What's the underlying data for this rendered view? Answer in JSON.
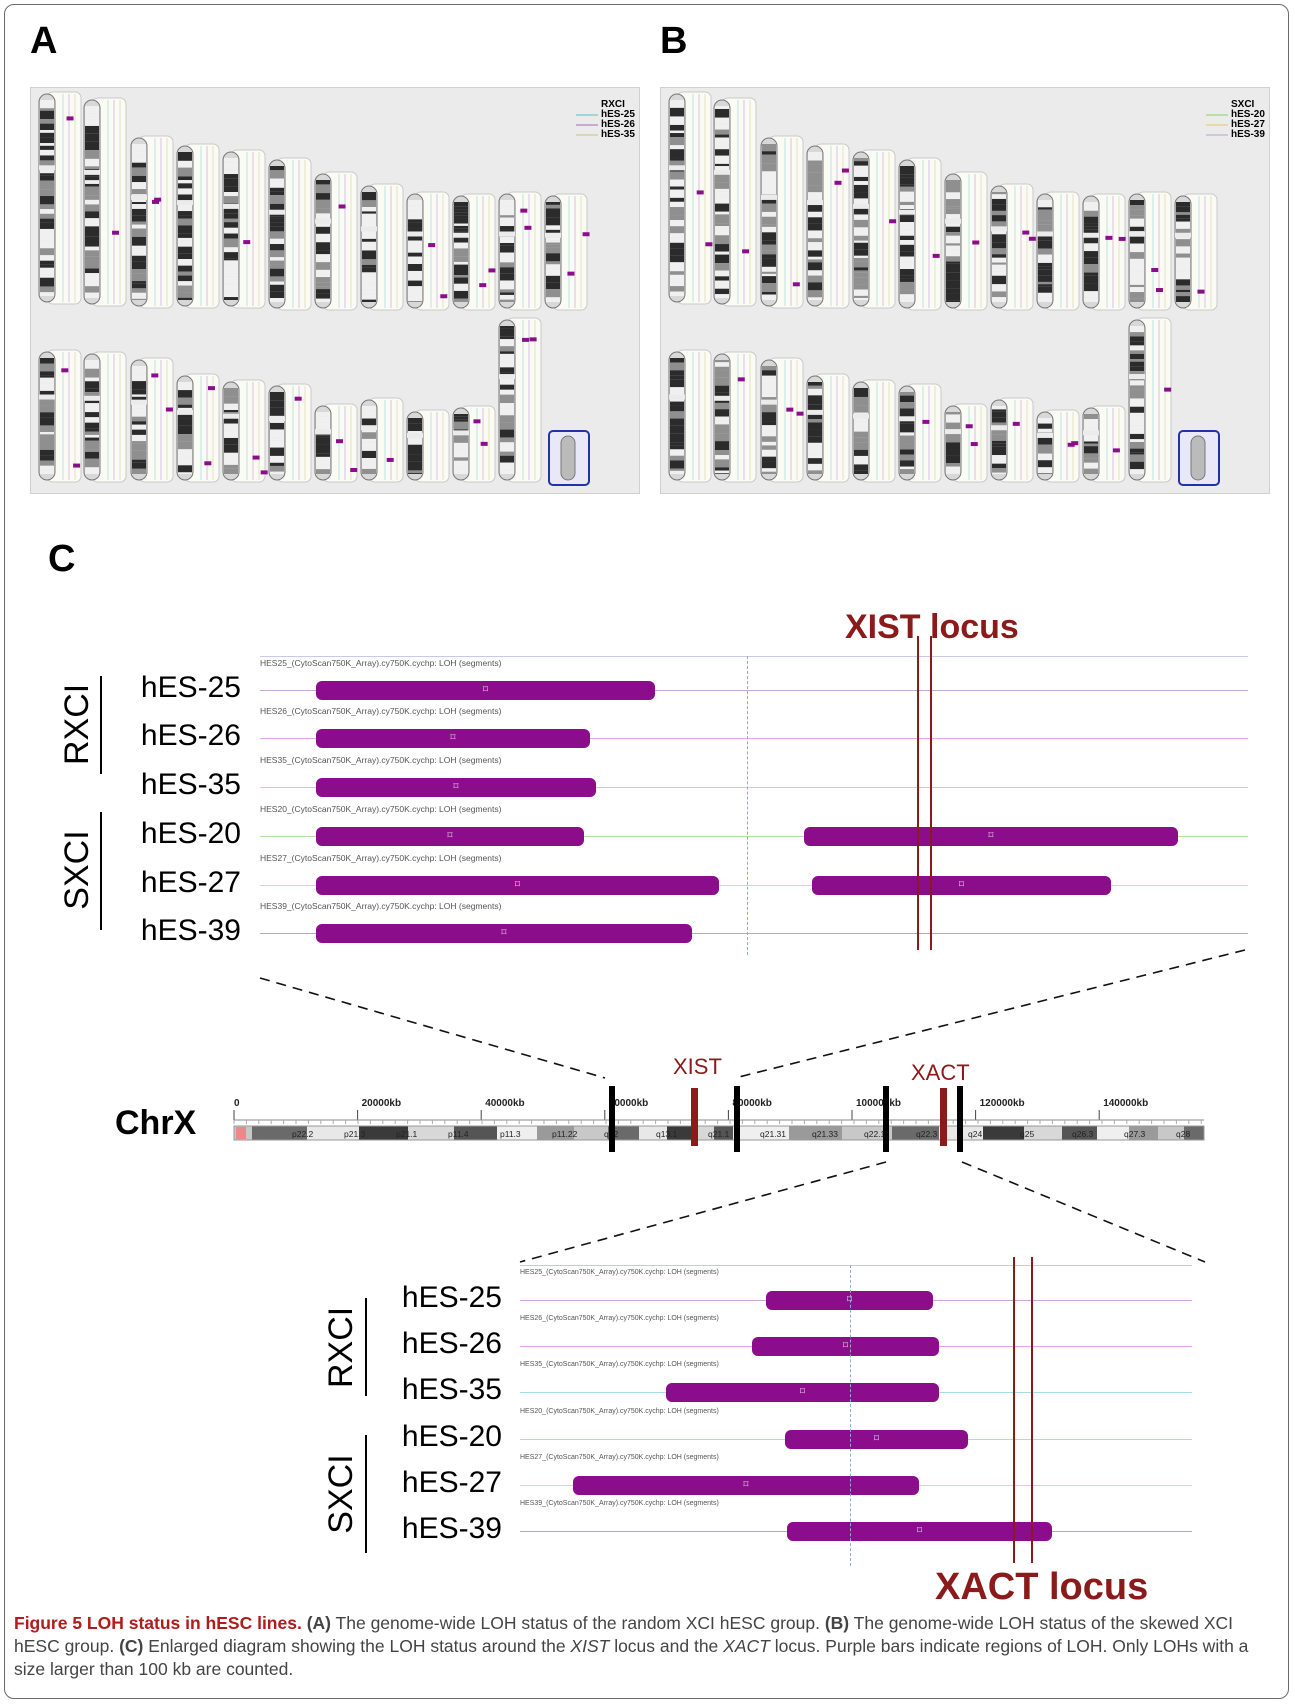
{
  "panels": {
    "a": {
      "letter": "A",
      "legend": {
        "title": "RXCI",
        "entries": [
          {
            "name": "hES-25",
            "color": "#9fd6d6"
          },
          {
            "name": "hES-26",
            "color": "#c9a8d6"
          },
          {
            "name": "hES-35",
            "color": "#d9d9b0"
          }
        ]
      }
    },
    "b": {
      "letter": "B",
      "legend": {
        "title": "SXCI",
        "entries": [
          {
            "name": "hES-20",
            "color": "#b7e0a6"
          },
          {
            "name": "hES-27",
            "color": "#e8dba0"
          },
          {
            "name": "hES-39",
            "color": "#d0c8d8"
          }
        ]
      }
    },
    "c": {
      "letter": "C"
    }
  },
  "xist_zoom": {
    "locus_label": "XIST locus",
    "groups": [
      "RXCI",
      "SXCI"
    ],
    "tracks": [
      {
        "name": "hES-25",
        "caption": "HES25_(CytoScan750K_Array).cy750K.cychp: LOH (segments)",
        "line_color": "#c9a8d6"
      },
      {
        "name": "hES-26",
        "caption": "HES26_(CytoScan750K_Array).cy750K.cychp: LOH (segments)",
        "line_color": "#e4a8e4"
      },
      {
        "name": "hES-35",
        "caption": "HES35_(CytoScan750K_Array).cy750K.cychp: LOH (segments)",
        "line_color": "#a8dce0"
      },
      {
        "name": "hES-20",
        "caption": "HES20_(CytoScan750K_Array).cy750K.cychp: LOH (segments)",
        "line_color": "#b7e0a6"
      },
      {
        "name": "hES-27",
        "caption": "HES27_(CytoScan750K_Array).cy750K.cychp: LOH (segments)",
        "line_color": "#e8d49a"
      },
      {
        "name": "hES-39",
        "caption": "HES39_(CytoScan750K_Array).cy750K.cychp: LOH (segments)",
        "line_color": "#b7a8c0"
      }
    ]
  },
  "chrx": {
    "label": "ChrX",
    "genes": [
      "XIST",
      "XACT"
    ],
    "scale_ticks": [
      "0",
      "20000kb",
      "40000kb",
      "60000kb",
      "80000kb",
      "100000kb",
      "120000kb",
      "140000kb"
    ],
    "bands": [
      "p22.2",
      "p21.3",
      "p21.1",
      "p11.4",
      "p11.3",
      "p11.22",
      "q12",
      "q13.1",
      "q21.1",
      "q21.31",
      "q21.33",
      "q22.1",
      "q22.3",
      "q24",
      "q25",
      "q26.3",
      "q27.3",
      "q28"
    ]
  },
  "xact_zoom": {
    "locus_label": "XACT locus",
    "groups": [
      "RXCI",
      "SXCI"
    ],
    "tracks": [
      {
        "name": "hES-25",
        "caption": "HES25_(CytoScan750K_Array).cy750K.cychp: LOH (segments)",
        "line_color": "#c9a8d6"
      },
      {
        "name": "hES-26",
        "caption": "HES26_(CytoScan750K_Array).cy750K.cychp: LOH (segments)",
        "line_color": "#e4a8e4"
      },
      {
        "name": "hES-35",
        "caption": "HES35_(CytoScan750K_Array).cy750K.cychp: LOH (segments)",
        "line_color": "#a8dce0"
      },
      {
        "name": "hES-20",
        "caption": "HES20_(CytoScan750K_Array).cy750K.cychp: LOH (segments)",
        "line_color": "#b7e0a6"
      },
      {
        "name": "hES-27",
        "caption": "HES27_(CytoScan750K_Array).cy750K.cychp: LOH (segments)",
        "line_color": "#e8d49a"
      },
      {
        "name": "hES-39",
        "caption": "HES39_(CytoScan750K_Array).cy750K.cychp: LOH (segments)",
        "line_color": "#b7a8c0"
      }
    ]
  },
  "caption": {
    "title": "Figure 5 LOH status in hESC lines.",
    "a_label": "(A)",
    "a_text": " The genome-wide LOH status of the random XCI hESC group. ",
    "b_label": "(B)",
    "b_text": " The genome-wide LOH status of the skewed XCI hESC group. ",
    "c_label": "(C)",
    "c_text_1": " Enlarged diagram showing the LOH status around the ",
    "xist": "XIST",
    "c_text_2": " locus and the ",
    "xact": "XACT",
    "c_text_3": " locus. Purple bars indicate regions of LOH. Only LOHs with a size larger than 100 kb are counted."
  },
  "colors": {
    "loh_bar": "#8b0d8b",
    "locus": "#8b1a1a"
  }
}
